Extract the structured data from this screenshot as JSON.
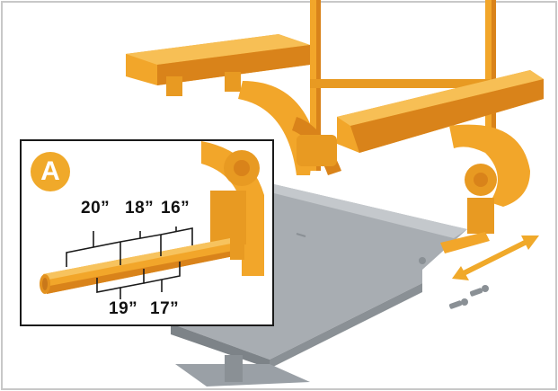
{
  "inset": {
    "badge": "A",
    "dimensions_top": [
      "20”",
      "18”",
      "16”"
    ],
    "dimensions_bottom": [
      "19”",
      "17”"
    ]
  },
  "colors": {
    "frame": "#f2a62a",
    "frame_shadow": "#d9831a",
    "seat_pan": "#9aa0a6",
    "badge": "#f0a92a",
    "arrow": "#f0a92a",
    "border": "#c8c8c8"
  },
  "icons": {
    "adjust_arrow": "double-headed-arrow",
    "screws": "screw-hardware"
  }
}
